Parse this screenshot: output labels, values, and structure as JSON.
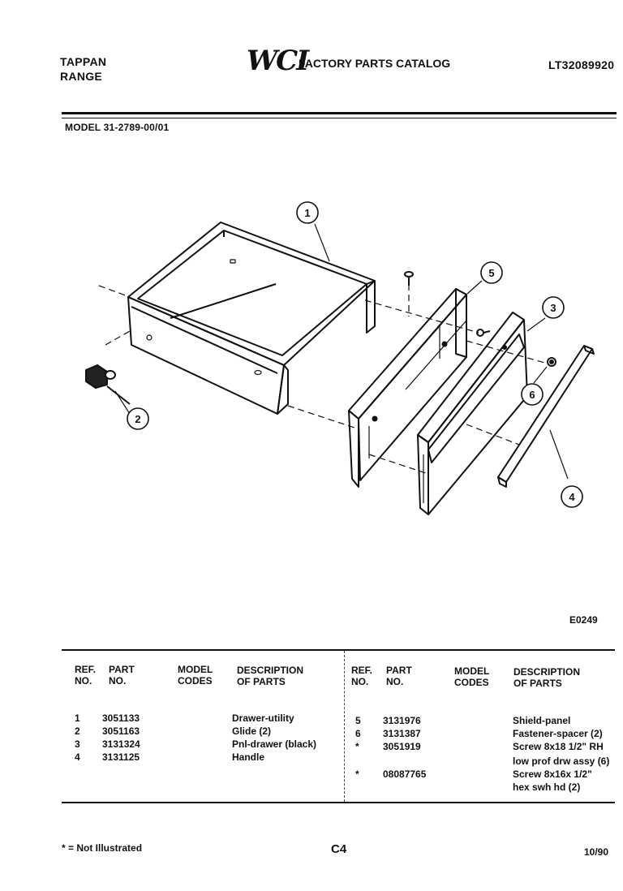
{
  "header": {
    "brand": "TAPPAN",
    "product": "RANGE",
    "logo_text": "WCI",
    "catalog_title": "FACTORY PARTS CATALOG",
    "catalog_number": "LT32089920"
  },
  "model_line": "MODEL  31-2789-00/01",
  "diagram": {
    "id": "E0249",
    "callouts": [
      "1",
      "2",
      "3",
      "4",
      "5",
      "6"
    ]
  },
  "table": {
    "headers": {
      "ref": [
        "REF.",
        "NO."
      ],
      "part": [
        "PART",
        "NO."
      ],
      "model": [
        "MODEL",
        "CODES"
      ],
      "desc": [
        "DESCRIPTION",
        "OF PARTS"
      ]
    },
    "left_rows": [
      {
        "ref": "1",
        "part": "3051133",
        "desc": "Drawer-utility"
      },
      {
        "ref": "2",
        "part": "3051163",
        "desc": "Glide (2)"
      },
      {
        "ref": "3",
        "part": "3131324",
        "desc": "Pnl-drawer (black)"
      },
      {
        "ref": "4",
        "part": "3131125",
        "desc": "Handle"
      }
    ],
    "right_rows": [
      {
        "ref": "5",
        "part": "3131976",
        "desc": [
          "Shield-panel"
        ]
      },
      {
        "ref": "6",
        "part": "3131387",
        "desc": [
          "Fastener-spacer (2)"
        ]
      },
      {
        "ref": "*",
        "part": "3051919",
        "desc": [
          "Screw 8x18 1/2\" RH",
          "low prof drw assy (6)"
        ]
      },
      {
        "ref": "*",
        "part": "08087765",
        "desc": [
          "Screw 8x16x 1/2\"",
          "hex swh hd (2)"
        ]
      }
    ]
  },
  "footer": {
    "note": "* = Not Illustrated",
    "page": "C4",
    "date": "10/90"
  }
}
